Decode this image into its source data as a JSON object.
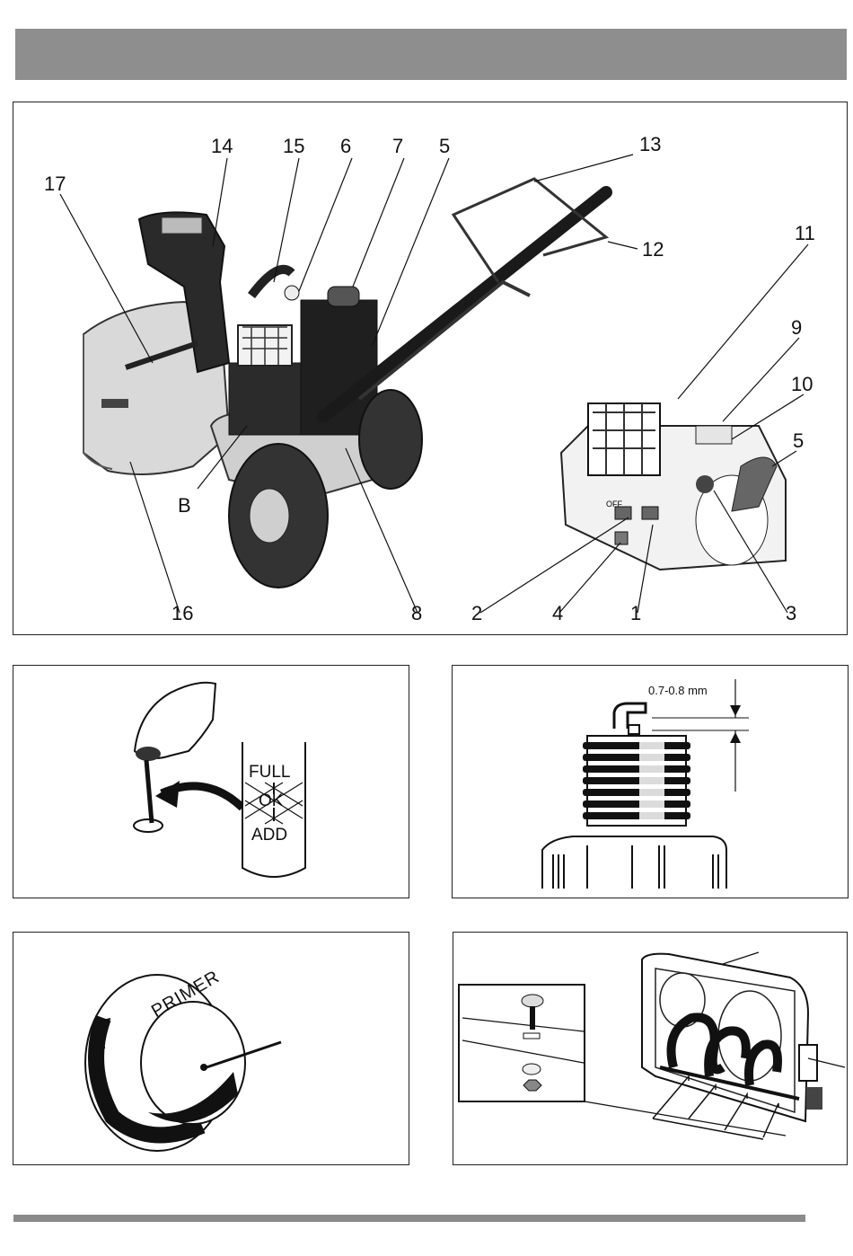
{
  "main_figure": {
    "callouts": [
      "14",
      "15",
      "6",
      "7",
      "5",
      "13",
      "17",
      "12",
      "11",
      "9",
      "10",
      "5",
      "B",
      "16",
      "8",
      "2",
      "4",
      "1",
      "3"
    ]
  },
  "dipstick_figure": {
    "full_label": "FULL",
    "ok_label": "OK",
    "add_label": "ADD"
  },
  "sparkplug_figure": {
    "gap_label": "0.7-0.8 mm"
  },
  "primer_figure": {
    "primer_label": "PRIMER"
  },
  "icons": [
    "arrow-icon",
    "pointer-arrow-icon"
  ]
}
